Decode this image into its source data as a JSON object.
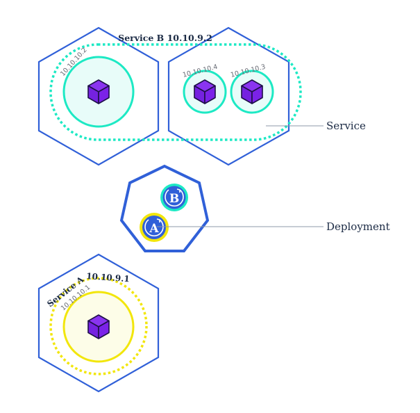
{
  "diagram": {
    "title": "Kubernetes Services and Deployment",
    "colors": {
      "node_border": "#3060d8",
      "service_b": "#1de9c4",
      "service_b_fill": "#e8fcf9",
      "service_a": "#f2e60c",
      "service_a_fill": "#fdfde8",
      "pod_cube": "#7b22e8",
      "pod_cube_outline": "#1e1048",
      "deployment_badge": "#3060d8",
      "text_dark": "#1b2a44",
      "ip_text": "#666a73",
      "leader_line": "#8e98a8"
    },
    "services": [
      {
        "name": "Service B",
        "ip": "10.10.9.2",
        "label": "Service B 10.10.9.2",
        "pods": [
          {
            "ip": "10.10.10.2",
            "icon": "cube-icon"
          },
          {
            "ip": "10.10.10.4",
            "icon": "cube-icon"
          },
          {
            "ip": "10.10.10.3",
            "icon": "cube-icon"
          }
        ]
      },
      {
        "name": "Service A",
        "ip": "10.10.9.1",
        "label_name": "Service A",
        "label_ip": "10.10.9.1",
        "pods": [
          {
            "ip": "10.10.10.1",
            "icon": "cube-icon"
          }
        ]
      }
    ],
    "deployment": {
      "badges": [
        {
          "letter": "B",
          "icon": "rolling-update-icon"
        },
        {
          "letter": "A",
          "icon": "rolling-update-icon"
        }
      ]
    },
    "callouts": {
      "service": "Service",
      "deployment": "Deployment"
    }
  }
}
